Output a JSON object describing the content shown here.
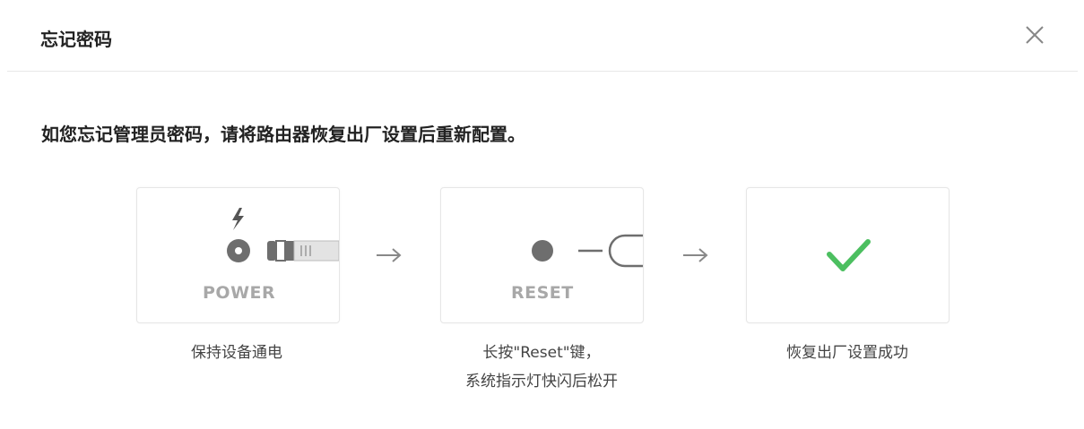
{
  "dialog": {
    "title": "忘记密码",
    "close_icon": "close-icon"
  },
  "instruction": "如您忘记管理员密码，请将路由器恢复出厂设置后重新配置。",
  "steps": [
    {
      "label": "POWER",
      "icon": "power-port-icon",
      "caption_line1": "保持设备通电",
      "caption_line2": ""
    },
    {
      "label": "RESET",
      "icon": "reset-button-icon",
      "caption_line1": "长按\"Reset\"键，",
      "caption_line2": "系统指示灯快闪后松开"
    },
    {
      "label": "",
      "icon": "checkmark-icon",
      "caption_line1": "恢复出厂设置成功",
      "caption_line2": ""
    }
  ],
  "colors": {
    "success_green": "#4cbf60",
    "icon_gray": "#6e6e6e",
    "label_gray": "#a8a8a8"
  }
}
